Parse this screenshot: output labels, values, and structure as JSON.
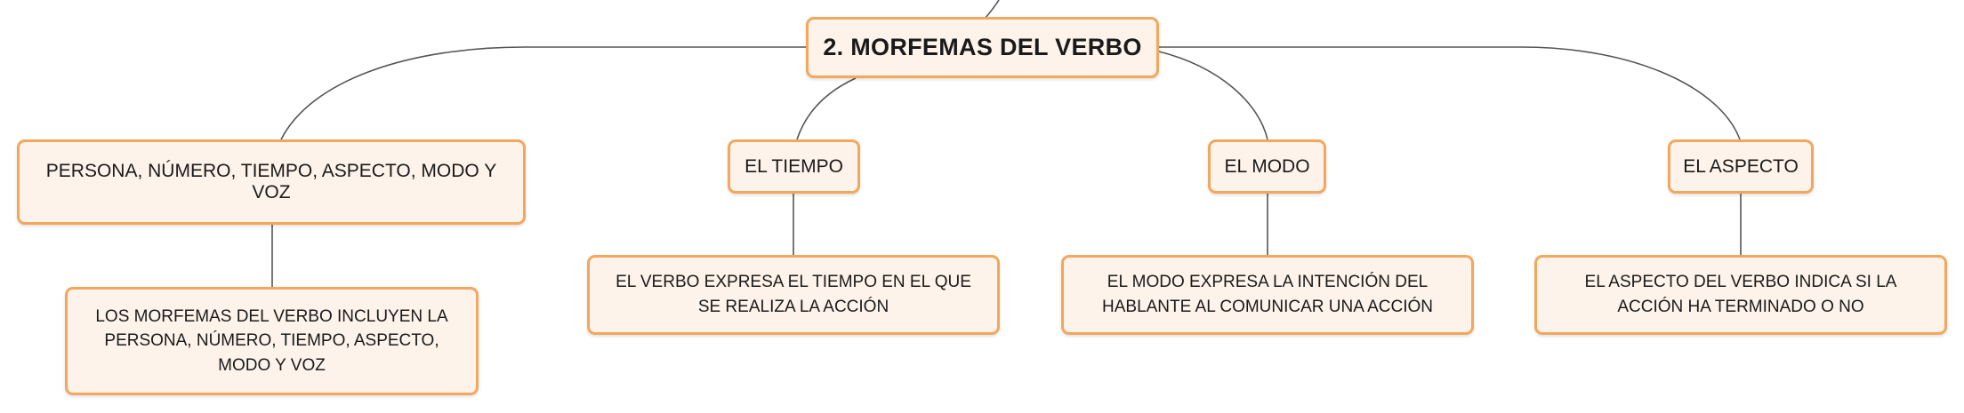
{
  "diagram": {
    "root": {
      "label": "2. MORFEMAS DEL VERBO"
    },
    "branches": [
      {
        "label": "PERSONA, NÚMERO, TIEMPO, ASPECTO, MODO Y VOZ",
        "child": "LOS MORFEMAS DEL VERBO INCLUYEN LA PERSONA, NÚMERO, TIEMPO, ASPECTO, MODO Y VOZ"
      },
      {
        "label": "EL TIEMPO",
        "child": "EL VERBO EXPRESA EL TIEMPO EN EL QUE SE REALIZA LA ACCIÓN"
      },
      {
        "label": "EL MODO",
        "child": "EL MODO EXPRESA LA INTENCIÓN DEL HABLANTE AL COMUNICAR UNA ACCIÓN"
      },
      {
        "label": "EL ASPECTO",
        "child": "EL ASPECTO DEL VERBO INDICA SI LA ACCIÓN HA TERMINADO O NO"
      }
    ]
  },
  "colors": {
    "node_fill": "#fdf3ea",
    "node_border": "#f2a75d",
    "connector": "#555555"
  }
}
